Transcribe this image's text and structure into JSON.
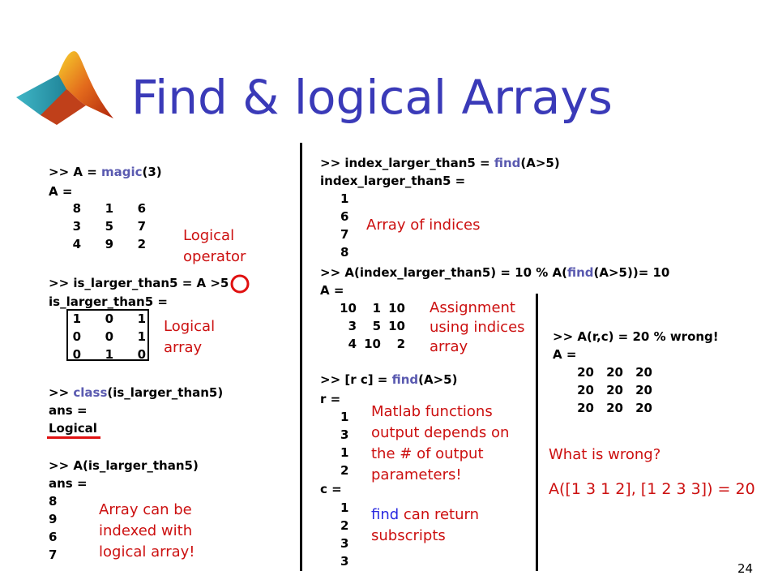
{
  "slide": {
    "title": "Find & logical Arrays",
    "page_number": "24"
  },
  "left": {
    "cmd1_pre": ">> A = ",
    "cmd1_fn": "magic",
    "cmd1_post": "(3)",
    "a_label": "A =",
    "A_rows": [
      [
        "8",
        "1",
        "6"
      ],
      [
        "3",
        "5",
        "7"
      ],
      [
        "4",
        "9",
        "2"
      ]
    ],
    "cmd2_pre": ">> is_larger_than5 = A ",
    "cmd2_op": ">",
    "cmd2_post": "5",
    "b_label": "is_larger_than5 =",
    "B_rows": [
      [
        "1",
        "0",
        "1"
      ],
      [
        "0",
        "0",
        "1"
      ],
      [
        "0",
        "1",
        "0"
      ]
    ],
    "cmd3_pre": ">> ",
    "cmd3_fn": "class",
    "cmd3_post": "(is_larger_than5)",
    "ans_label": "ans =",
    "class_result": "Logical",
    "cmd4": ">> A(is_larger_than5)",
    "ans_label2": "ans =",
    "ans_values": [
      "8",
      "9",
      "6",
      "7"
    ]
  },
  "middle": {
    "cmd1_pre": ">> index_larger_than5 = ",
    "cmd1_fn": "find",
    "cmd1_post": "(A>5)",
    "idx_label": "index_larger_than5 =",
    "idx_values": [
      "1",
      "6",
      "7",
      "8"
    ],
    "cmd2_pre": ">> A(index_larger_than5) = 10 % A(",
    "cmd2_fn": "find",
    "cmd2_post": "(A>5))= 10",
    "a_label": "A =",
    "A_rows": [
      [
        "10",
        "1",
        "10"
      ],
      [
        "3",
        "5",
        "10"
      ],
      [
        "4",
        "10",
        "2"
      ]
    ],
    "cmd3_pre": ">> [r c] = ",
    "cmd3_fn": "find",
    "cmd3_post": "(A>5)",
    "r_label": "r =",
    "r_values": [
      "1",
      "3",
      "1",
      "2"
    ],
    "c_label": "c =",
    "c_values": [
      "1",
      "2",
      "3",
      "3"
    ]
  },
  "right": {
    "cmd": ">> A(r,c) = 20 % wrong!",
    "a_label": "A =",
    "A_rows": [
      [
        "20",
        "20",
        "20"
      ],
      [
        "20",
        "20",
        "20"
      ],
      [
        "20",
        "20",
        "20"
      ]
    ]
  },
  "annotations": {
    "logical_operator": [
      "Logical",
      "operator"
    ],
    "logical_array": [
      "Logical",
      "array"
    ],
    "array_indexed": [
      "Array can be",
      "indexed with",
      "logical array!"
    ],
    "array_of_indices": "Array of indices",
    "assignment": [
      "Assignment",
      "using indices",
      "array"
    ],
    "matlab_functions": [
      "Matlab functions",
      "output depends on",
      "the # of output",
      "parameters!"
    ],
    "find_return_fn": "find",
    "find_return_rest": " can return",
    "find_return_line2": "subscripts",
    "what_wrong": "What is wrong?",
    "answer": "A([1 3 1 2], [1 2 3 3]) = 20"
  },
  "colors": {
    "title": "#3a3ab8",
    "annotation": "#cc1010",
    "function": "#5a5ab0",
    "highlight": "#e01010"
  },
  "icons": {
    "logo": "matlab-membrane-logo-icon"
  }
}
